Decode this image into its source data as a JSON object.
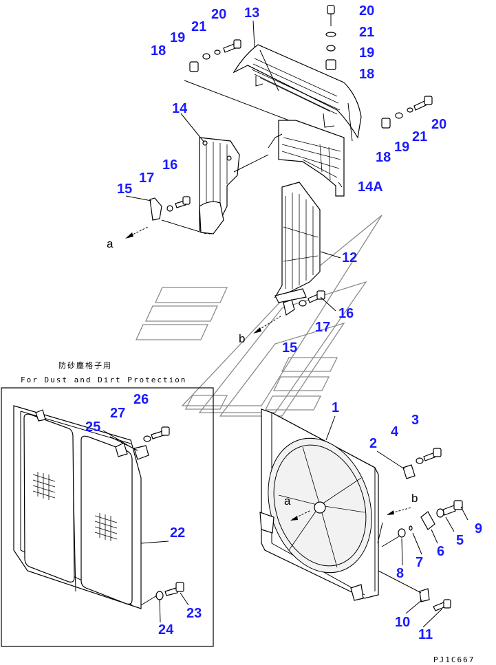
{
  "caption": {
    "jp": "防砂塵格子用",
    "en": "For Dust and Dirt Protection"
  },
  "drawing_code": "PJ1C667",
  "view_tags": [
    "a",
    "b",
    "a",
    "b"
  ],
  "part_labels": [
    "20",
    "21",
    "13",
    "19",
    "18",
    "20",
    "21",
    "19",
    "18",
    "20",
    "21",
    "19",
    "18",
    "14",
    "14A",
    "16",
    "17",
    "15",
    "12",
    "16",
    "17",
    "15",
    "1",
    "3",
    "2",
    "4",
    "9",
    "5",
    "6",
    "7",
    "8",
    "10",
    "11",
    "26",
    "27",
    "25",
    "22",
    "23",
    "24"
  ],
  "colors": {
    "callout": "#1a1aff",
    "line": "#000000"
  }
}
